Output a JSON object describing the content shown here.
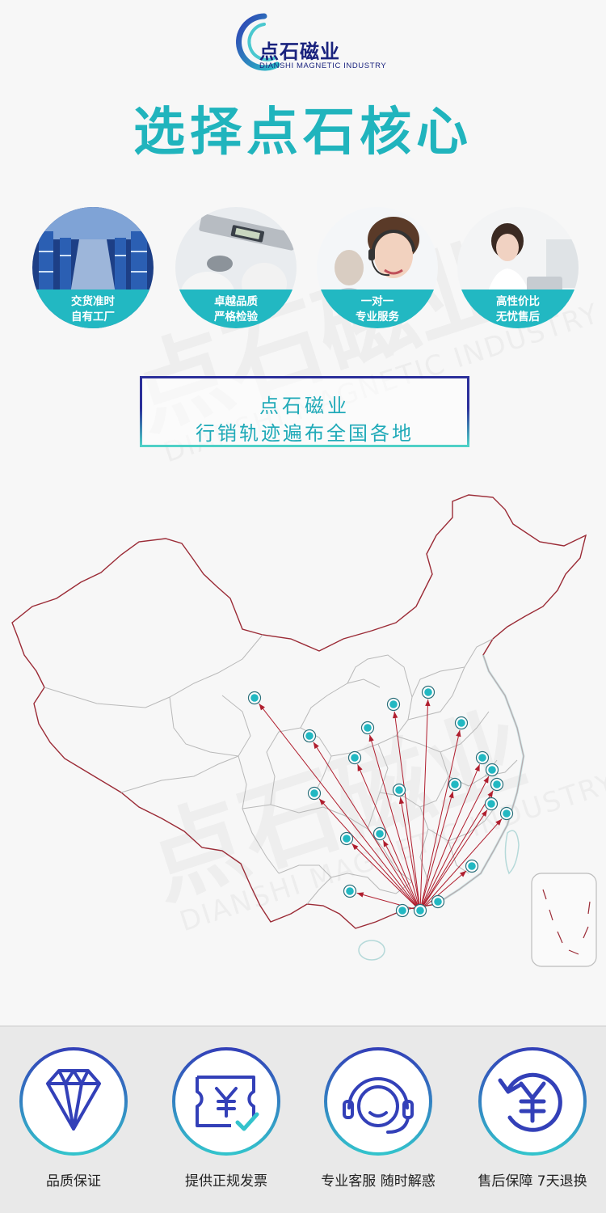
{
  "brand": {
    "name_cn": "点石磁业",
    "name_en": "DIANSHI MAGNETIC INDUSTRY",
    "colors": {
      "navy": "#1a237e",
      "teal": "#20b4bd",
      "ring_blue": "#3340b8"
    }
  },
  "watermark": {
    "text_cn": "点石磁业",
    "text_en": "DIANSHI MAGNETIC INDUSTRY"
  },
  "title": "选择点石核心",
  "features": [
    {
      "line1": "交货准时",
      "line2": "自有工厂",
      "icon": "warehouse-photo"
    },
    {
      "line1": "卓越品质",
      "line2": "严格检验",
      "icon": "caliper-photo"
    },
    {
      "line1": "一对一",
      "line2": "专业服务",
      "icon": "headset-agent-photo"
    },
    {
      "line1": "高性价比",
      "line2": "无忧售后",
      "icon": "office-worker-photo"
    }
  ],
  "tagline": {
    "line1": "点石磁业",
    "line2": "行销轨迹遍布全国各地"
  },
  "map": {
    "type": "china-map-with-delivery-routes",
    "route_color": "#b01e2e",
    "dot_color": "#22b8c2",
    "destinations": 22
  },
  "services": [
    {
      "label": "品质保证",
      "icon": "diamond-icon"
    },
    {
      "label": "提供正规发票",
      "icon": "invoice-yen-icon"
    },
    {
      "label": "专业客服 随时解惑",
      "icon": "customer-service-icon"
    },
    {
      "label": "售后保障 7天退换",
      "icon": "yen-return-icon"
    }
  ]
}
